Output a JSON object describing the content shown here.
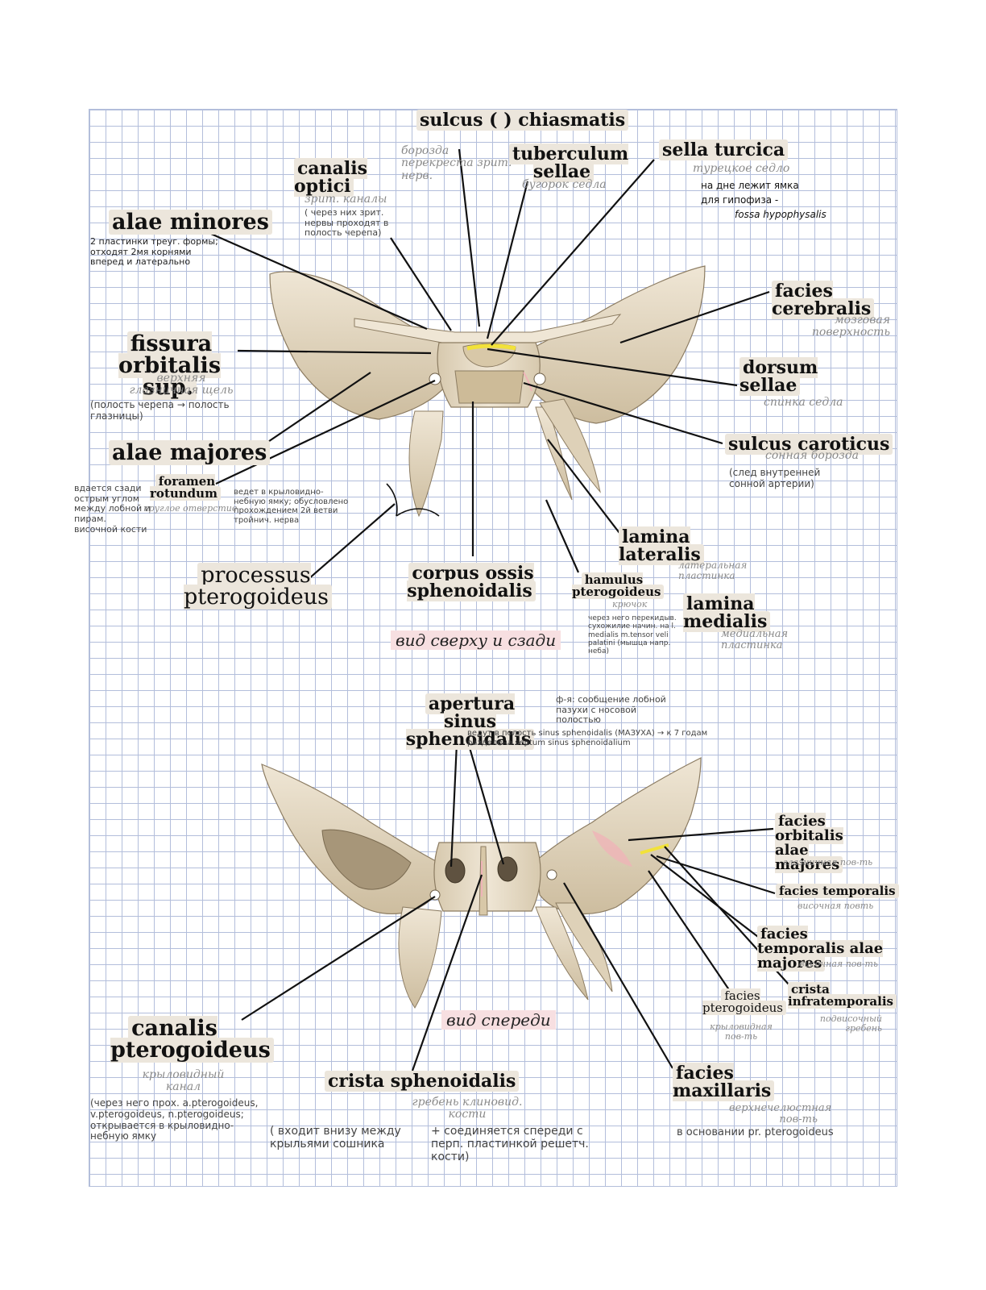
{
  "top_view": {
    "caption": "вид сверху и сзади",
    "labels": {
      "sulcus_chiasmatis": "sulcus ( ) chiasmatis",
      "sulcus_chiasmatis_ru": "борозда перекреста зрит. нерв.",
      "canalis_optici": "canalis optici",
      "canalis_optici_ru": "зрит. каналы",
      "canalis_optici_note": "( через них зрит. нервы проходят в полость черепа)",
      "tuberculum_sellae": "tuberculum sellae",
      "tuberculum_sellae_ru": "бугорок седла",
      "sella_turcica": "sella turcica",
      "sella_turcica_ru": "турецкое седло",
      "sella_turcica_note1": "на дне лежит ямка",
      "sella_turcica_note2": "для гипофиза -",
      "sella_turcica_note3": "fossa hypophysalis",
      "alae_minores": "alae minores",
      "alae_minores_note": "2 пластинки треуг. формы; отходят 2мя корнями вперед и латерально",
      "facies_cerebralis": "facies cerebralis",
      "facies_cerebralis_ru": "мозговая поверхность",
      "fissura_orbitalis": "fissura orbitalis sup.",
      "fissura_orbitalis_ru": "верхняя глазничная щель",
      "fissura_orbitalis_note": "(полость черепа → полость глазницы)",
      "dorsum_sellae": "dorsum sellae",
      "dorsum_sellae_ru": "спинка седла",
      "sulcus_caroticus": "sulcus caroticus",
      "sulcus_caroticus_ru": "сонная борозда",
      "sulcus_caroticus_note": "(след внутренней сонной артерии)",
      "alae_majores": "alae majores",
      "alae_majores_note": "вдается сзади острым углом между лобной и пирам. височной кости",
      "foramen_rotundum": "foramen rotundum",
      "foramen_rotundum_ru": "круглое отверстие",
      "foramen_rotundum_note": "ведет в крыловидно-небную ямку; обусловлено прохождением 2й ветви тройнич. нерва",
      "lamina_lateralis": "lamina lateralis",
      "lamina_lateralis_ru": "латеральная пластинка",
      "processus_pterygoideus": "processus pterogoideus",
      "corpus_ossis": "corpus ossis sphenoidalis",
      "hamulus": "hamulus pterogoideus",
      "hamulus_ru": "крючок",
      "hamulus_note": "через него перекидыв. сухожилие начин. на l. medialis m.tensor veli palatini (мышца напр. неба)",
      "lamina_medialis": "lamina medialis",
      "lamina_medialis_ru": "медиальная пластинка"
    }
  },
  "front_view": {
    "caption": "вид спереди",
    "labels": {
      "apertura": "apertura sinus sphenoidalis",
      "apertura_note1": "ф-я: сообщение лобной пазухи с носовой полостью",
      "apertura_note2": "ведут в полость sinus sphenoidalis (МАЗУХА) → к 7 годам разделена septum sinus sphenoidalium",
      "facies_orbitalis": "facies orbitalis alae majores",
      "facies_orbitalis_ru": "глазничная пов-ть",
      "facies_temporalis": "facies temporalis",
      "facies_temporalis_ru": "височная повть",
      "facies_temporalis_am": "facies temporalis alae majores",
      "facies_temporalis_am_ru": "височная пов-ть",
      "facies_pterygoidea": "facies pterogoideus",
      "facies_pterygoidea_ru": "крыловидная пов-ть",
      "crista_infratemporalis": "crista infratemporalis",
      "crista_infratemporalis_ru": "подвисочный гребень",
      "canalis_pterygoideus": "canalis pterogoideus",
      "canalis_pterygoideus_ru": "крыловидный канал",
      "canalis_pterygoideus_note": "(через него прох. a.pterogoideus, v.pterogoideus, n.pterogoideus; открывается в крыловидно-небную ямку",
      "crista_sphenoidalis": "crista sphenoidalis",
      "crista_sphenoidalis_ru": "гребень клиновид. кости",
      "crista_sphenoidalis_note1": "( входит внизу между крыльями сошника",
      "crista_sphenoidalis_note2": "+ соединяется спереди с перп. пластинкой решетч. кости)",
      "facies_maxillaris": "facies maxillaris",
      "facies_maxillaris_ru": "верхнечелюстная пов-ть",
      "facies_maxillaris_note": "в основании pr. pterogoideus"
    }
  },
  "colors": {
    "bone": "#e7dcc8",
    "bone_shadow": "#b9a88b",
    "grid": "#b3bedb",
    "highlight_yellow": "#f2e23a",
    "highlight_pink": "#efb4b8"
  }
}
